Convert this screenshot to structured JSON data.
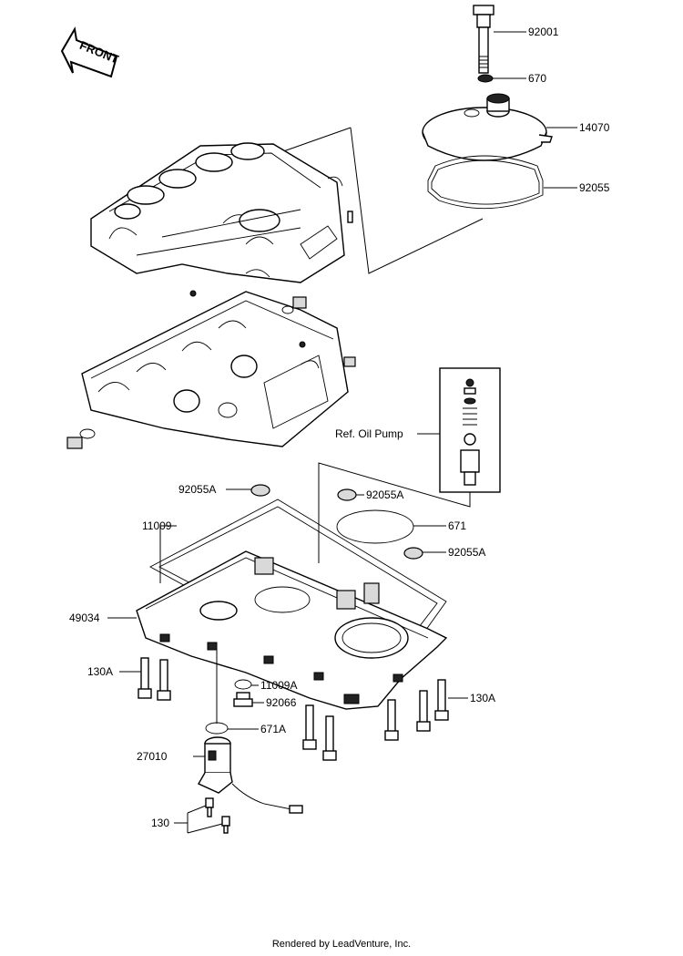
{
  "front_label": "FRONT",
  "ref_label": "Ref.  Oil Pump",
  "callouts": {
    "p92001": "92001",
    "p670": "670",
    "p14070": "14070",
    "p92055": "92055",
    "p92055a_1": "92055A",
    "p92055a_2": "92055A",
    "p92055a_3": "92055A",
    "p11009": "11009",
    "p671": "671",
    "p49034": "49034",
    "p130a_left": "130A",
    "p11009a": "11009A",
    "p92066": "92066",
    "p130a_right": "130A",
    "p671a": "671A",
    "p27010": "27010",
    "p130": "130"
  },
  "footer": "Rendered by LeadVenture, Inc."
}
